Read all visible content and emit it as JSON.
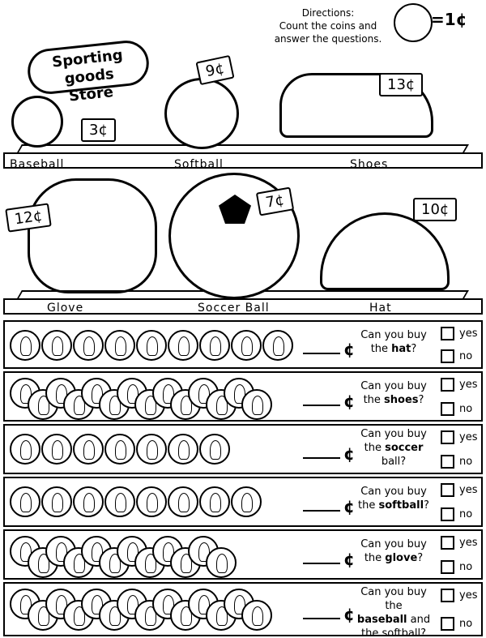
{
  "title": {
    "line1": "Sporting goods",
    "line2": "Store"
  },
  "directions": {
    "heading": "Directions:",
    "line1": "Count the coins and",
    "line2": "answer the questions."
  },
  "coin_key": {
    "value": "=1¢",
    "icon": "penny-icon"
  },
  "items": [
    {
      "name": "Baseball",
      "price": "3¢"
    },
    {
      "name": "Softball",
      "price": "9¢"
    },
    {
      "name": "Shoes",
      "price": "13¢"
    },
    {
      "name": "Glove",
      "price": "12¢"
    },
    {
      "name": "Soccer Ball",
      "price": "7¢"
    },
    {
      "name": "Hat",
      "price": "10¢"
    }
  ],
  "cent_sign": "¢",
  "yes_label": "yes",
  "no_label": "no",
  "questions": [
    {
      "line1": "Can you buy",
      "line2_pre": "the ",
      "bold": "hat",
      "line2_post": "?",
      "line3": "",
      "coins": 9
    },
    {
      "line1": "Can you buy",
      "line2_pre": "the ",
      "bold": "shoes",
      "line2_post": "?",
      "line3": "",
      "coins": 14
    },
    {
      "line1": "Can you buy",
      "line2_pre": "the ",
      "bold": "soccer",
      "line2_post": "",
      "line3": "ball?",
      "coins": 7
    },
    {
      "line1": "Can you buy",
      "line2_pre": "the ",
      "bold": "softball",
      "line2_post": "?",
      "line3": "",
      "coins": 8
    },
    {
      "line1": "Can you buy",
      "line2_pre": "the ",
      "bold": "glove",
      "line2_post": "?",
      "line3": "",
      "coins": 12
    },
    {
      "line1": "Can you buy the",
      "line2_pre": "",
      "bold": "baseball",
      "line2_post": " and",
      "line3": "the softball?",
      "coins": 14
    }
  ]
}
